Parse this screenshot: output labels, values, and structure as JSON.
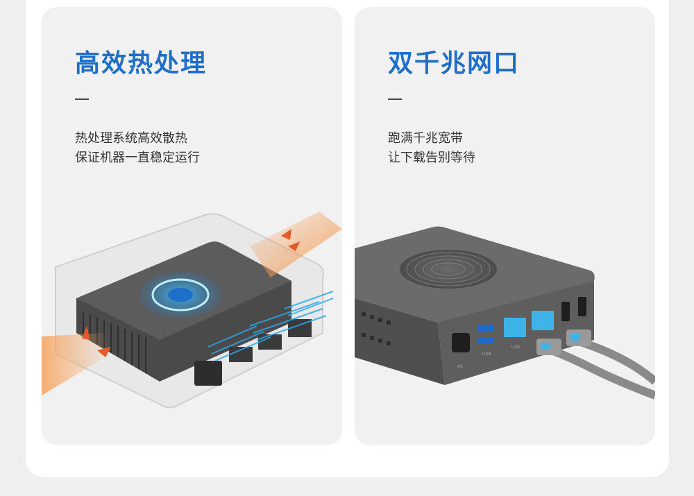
{
  "panels": [
    {
      "title": "高效热处理",
      "lines": [
        "热处理系统高效散热",
        "保证机器一直稳定运行"
      ]
    },
    {
      "title": "双千兆网口",
      "lines": [
        "跑满千兆宽带",
        "让下载告别等待"
      ],
      "port_labels": [
        "AC",
        "USB",
        "LAN"
      ]
    }
  ],
  "colors": {
    "accent": "#1d6fc9",
    "heat": "#f07a3a",
    "airflow": "#2aa8e8"
  }
}
